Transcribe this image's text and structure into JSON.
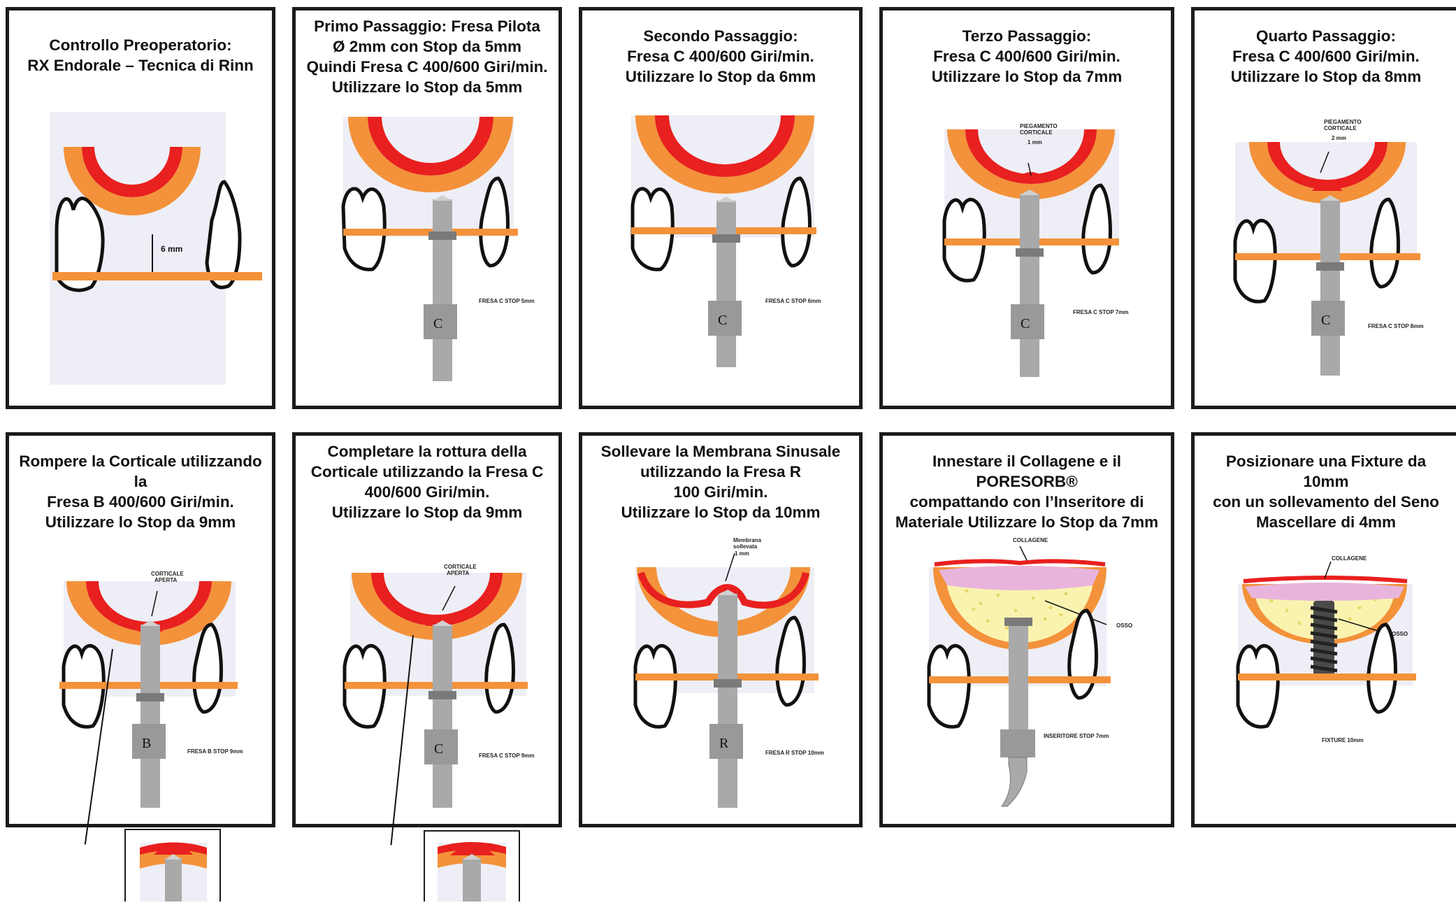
{
  "panels": [
    {
      "title": "Controllo Preoperatorio:\nRX Endorale – Tecnica di Rinn",
      "measure": "6 mm"
    },
    {
      "title": "Primo Passaggio: Fresa Pilota\nØ 2mm con Stop da 5mm\nQuindi Fresa C 400/600 Giri/min.\nUtilizzare lo Stop da 5mm",
      "drill_letter": "C",
      "drill_label": "FRESA C STOP 5mm"
    },
    {
      "title": "Secondo Passaggio:\nFresa C 400/600 Giri/min.\nUtilizzare lo Stop da 6mm",
      "drill_letter": "C",
      "drill_label": "FRESA C STOP 6mm"
    },
    {
      "title": "Terzo Passaggio:\nFresa C 400/600 Giri/min.\nUtilizzare lo Stop da 7mm",
      "drill_letter": "C",
      "drill_label": "FRESA C STOP 7mm",
      "annotation": "PIEGAMENTO\nCORTICALE\n1 mm"
    },
    {
      "title": "Quarto Passaggio:\nFresa C 400/600 Giri/min.\nUtilizzare lo Stop da 8mm",
      "drill_letter": "C",
      "drill_label": "FRESA C STOP 8mm",
      "annotation": "PIEGAMENTO\nCORTICALE\n2 mm"
    },
    {
      "title": "Rompere la Corticale utilizzando la\nFresa B 400/600 Giri/min.\nUtilizzare lo Stop da 9mm",
      "drill_letter": "B",
      "drill_label": "FRESA B STOP 9mm",
      "annotation": "CORTICALE\nAPERTA"
    },
    {
      "title": "Completare la rottura della\nCorticale utilizzando la Fresa C\n400/600 Giri/min.\nUtilizzare lo Stop da 9mm",
      "drill_letter": "C",
      "drill_label": "FRESA C STOP 9mm",
      "annotation": "CORTICALE\nAPERTA"
    },
    {
      "title": "Sollevare la Membrana Sinusale\nutilizzando la Fresa R\n100 Giri/min.\nUtilizzare lo Stop da 10mm",
      "drill_letter": "R",
      "drill_label": "FRESA R STOP 10mm",
      "annotation": "Membrana\nsollevata\n1 mm"
    },
    {
      "title": "Innestare il Collagene e il PORESORB®\ncompattando con l’Inseritore di\nMateriale Utilizzare lo Stop da 7mm",
      "label_top": "COLLAGENE",
      "label_side": "OSSO",
      "drill_label": "INSERITORE STOP 7mm"
    },
    {
      "title": "Posizionare una Fixture da 10mm\ncon un sollevamento del Seno\nMascellare di 4mm",
      "label_top": "COLLAGENE",
      "label_side": "OSSO",
      "drill_label": "FIXTURE 10mm"
    }
  ],
  "colors": {
    "cortical_red": "#e8201f",
    "bone_orange": "#f3923a",
    "collagen_pink": "#e8b4dc",
    "bone_graft_yellow": "#faf3b0",
    "drill_gray": "#a9a9a9"
  }
}
